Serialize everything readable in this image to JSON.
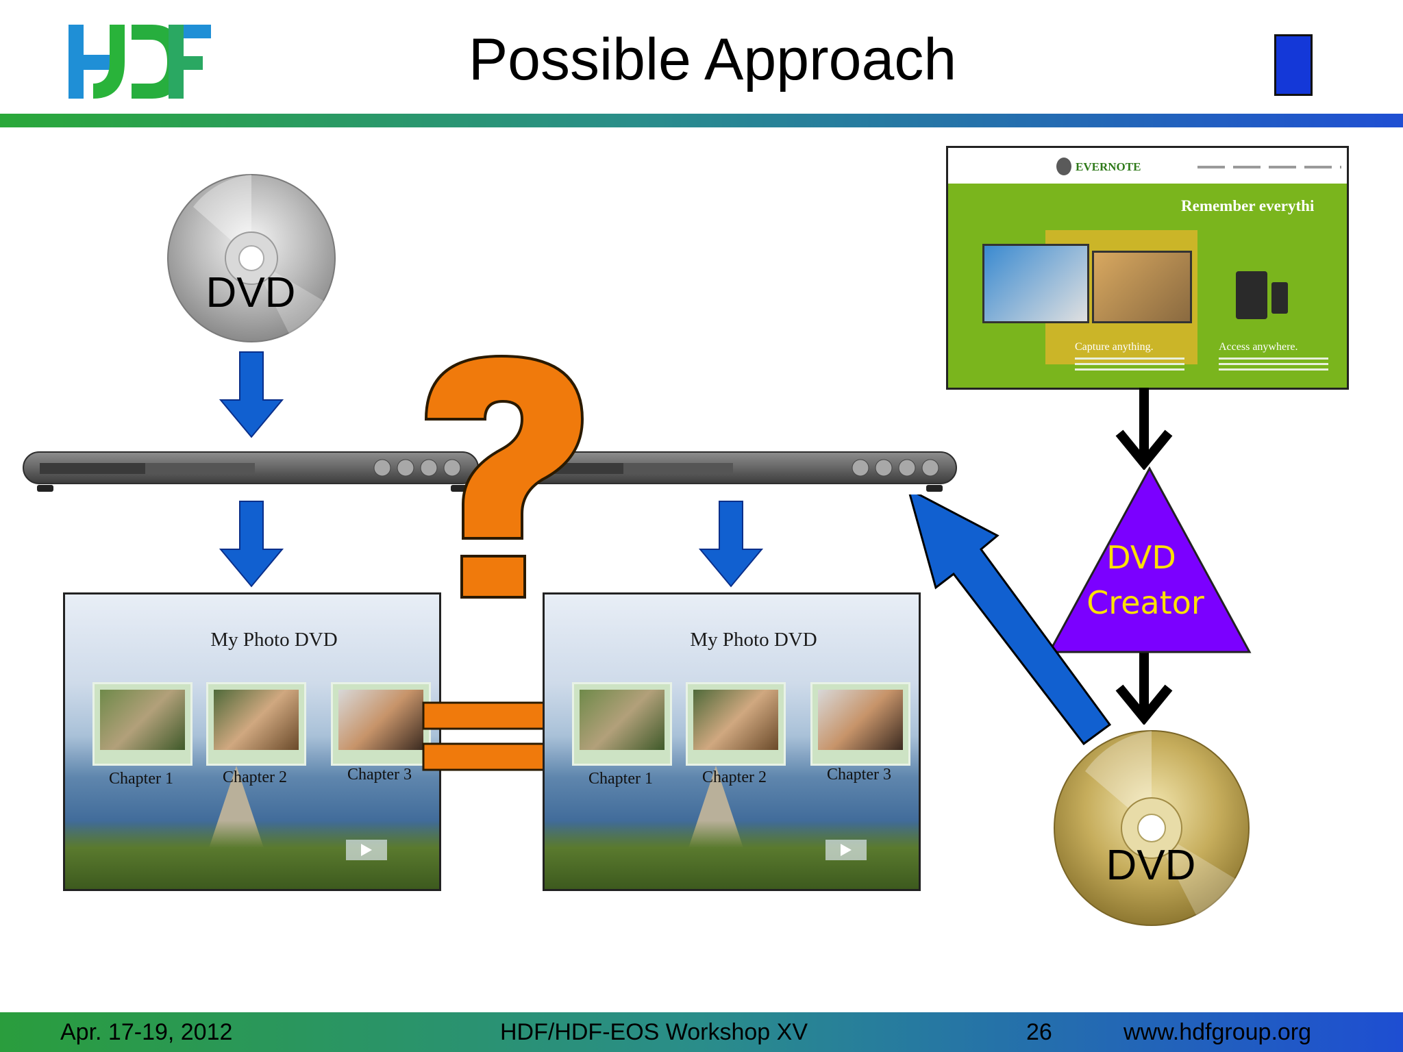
{
  "slide": {
    "title": "Possible Approach",
    "logo_text": "HDF"
  },
  "discs": {
    "top_left_label": "DVD",
    "bottom_right_label": "DVD"
  },
  "creator": {
    "line1": "DVD",
    "line2": "Creator",
    "color": "#7b00ff",
    "text_color": "#ffe100"
  },
  "evernote": {
    "brand": "EVERNOTE",
    "tagline": "Remember everythi",
    "capture_title": "Capture anything.",
    "access_title": "Access anywhere."
  },
  "menus": {
    "left": {
      "title": "My Photo DVD",
      "chapters": [
        "Chapter 1",
        "Chapter 2",
        "Chapter 3"
      ]
    },
    "right": {
      "title": "My Photo DVD",
      "chapters": [
        "Chapter 1",
        "Chapter 2",
        "Chapter 3"
      ]
    }
  },
  "symbols": {
    "question": "?",
    "accent": "#f07a0c"
  },
  "footer": {
    "date": "Apr. 17-19, 2012",
    "event": "HDF/HDF-EOS Workshop XV",
    "page": "26",
    "url": "www.hdfgroup.org"
  }
}
